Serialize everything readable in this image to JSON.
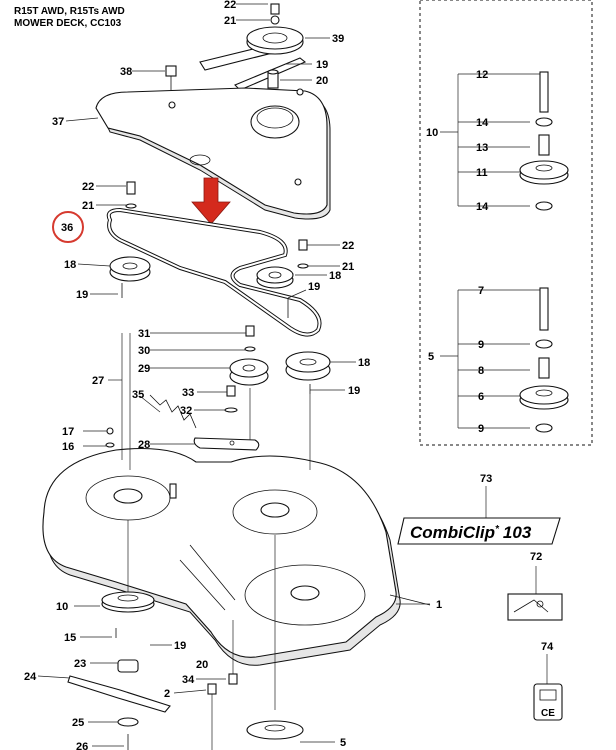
{
  "header": {
    "line1": "R15T AWD, R15Ts AWD",
    "line2": "MOWER DECK, CC103"
  },
  "colors": {
    "highlight_circle": "#d63a2f",
    "arrow": "#d42a1d",
    "line": "#111111",
    "shade": "#e6e6e6"
  },
  "highlighted_part": "36",
  "labels": {
    "p22a": "22",
    "p21a": "21",
    "p39": "39",
    "p38": "38",
    "p19a": "19",
    "p20": "20",
    "p37": "37",
    "p22b": "22",
    "p21b": "21",
    "p36": "36",
    "p22c": "22",
    "p21c": "21",
    "p18a": "18",
    "p18b": "18",
    "p19b": "19",
    "p19c": "19",
    "p31": "31",
    "p30": "30",
    "p29": "29",
    "p18c": "18",
    "p27": "27",
    "p33": "33",
    "p19d": "19",
    "p35": "35",
    "p32": "32",
    "p17": "17",
    "p16": "16",
    "p28": "28",
    "p10a": "10",
    "p1": "1",
    "p15": "15",
    "p19e": "19",
    "p23": "23",
    "p24": "24",
    "p2": "2",
    "p20b": "20",
    "p34": "34",
    "p25": "25",
    "p26": "26",
    "p5a": "5",
    "p12": "12",
    "p10b": "10",
    "p14a": "14",
    "p13": "13",
    "p11": "11",
    "p14b": "14",
    "p7": "7",
    "p5b": "5",
    "p9a": "9",
    "p8": "8",
    "p6": "6",
    "p9b": "9",
    "p73": "73",
    "p72": "72",
    "p74": "74"
  },
  "decal": {
    "brand": "CombiClip",
    "mark": "*",
    "model": "103"
  },
  "ce_mark": "CE"
}
